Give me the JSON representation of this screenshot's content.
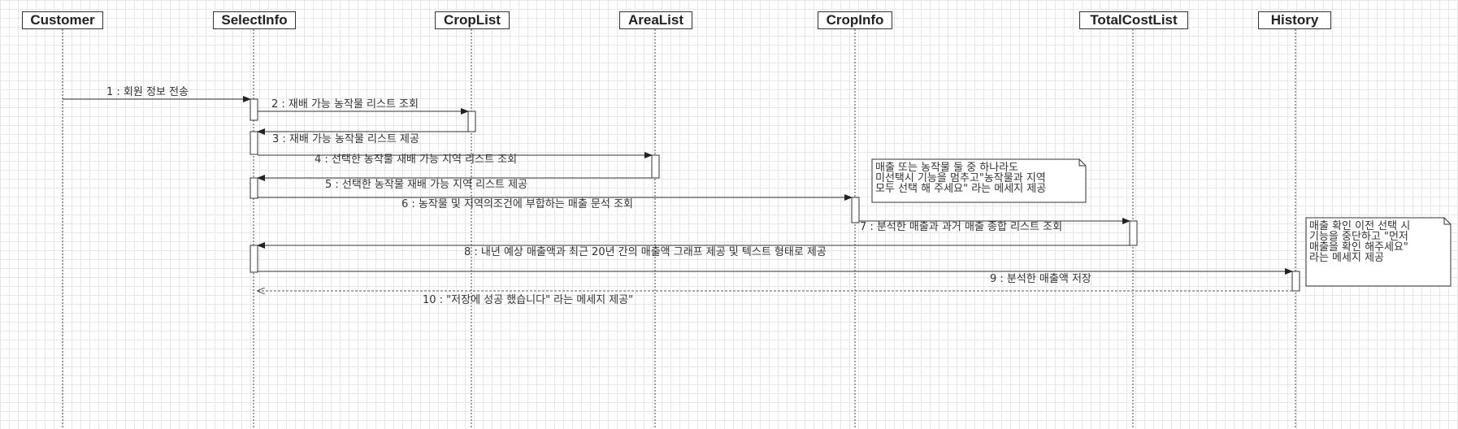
{
  "lifelines": [
    {
      "id": "customer",
      "label": "Customer"
    },
    {
      "id": "selectinfo",
      "label": "SelectInfo"
    },
    {
      "id": "croplist",
      "label": "CropList"
    },
    {
      "id": "arealist",
      "label": "AreaList"
    },
    {
      "id": "cropinfo",
      "label": "CropInfo"
    },
    {
      "id": "totalcostlist",
      "label": "TotalCostList"
    },
    {
      "id": "history",
      "label": "History"
    }
  ],
  "messages": [
    {
      "label": "1 : 회원 정보 전송",
      "from": "customer",
      "to": "selectinfo",
      "style": "sync"
    },
    {
      "label": "2 : 재배 가능 농작물 리스트 조회",
      "from": "selectinfo",
      "to": "croplist",
      "style": "sync"
    },
    {
      "label": "3 : 재배 가능 농작물 리스트 제공",
      "from": "croplist",
      "to": "selectinfo",
      "style": "sync"
    },
    {
      "label": "4 : 선택한  농작물 재배 가능 지역 리스트 조회",
      "from": "selectinfo",
      "to": "arealist",
      "style": "sync"
    },
    {
      "label": "5 : 선택한 농작물 재배 가능 지역 리스트 제공",
      "from": "arealist",
      "to": "selectinfo",
      "style": "sync"
    },
    {
      "label": "6 : 농작물 및 지역의조건에 부합하는 매출  문석 조회",
      "from": "selectinfo",
      "to": "cropinfo",
      "style": "sync"
    },
    {
      "label": "7 : 분석한 매출과 과거 매출 종합  리스트 조회",
      "from": "cropinfo",
      "to": "totalcostlist",
      "style": "sync"
    },
    {
      "label": "8 : 내년 예상 매출액과 최근 20년 간의 매출액 그래프 제공 및 텍스트 형태로 제공",
      "from": "totalcostlist",
      "to": "selectinfo",
      "style": "sync"
    },
    {
      "label": "9 : 분석한 매출액 저장",
      "from": "selectinfo",
      "to": "history",
      "style": "sync"
    },
    {
      "label": "10 : \"저장에 성공 했습니다\" 라는 메세지 제공\"",
      "from": "history",
      "to": "selectinfo",
      "style": "return"
    }
  ],
  "notes": [
    {
      "text": "매출 또는 농작물 둘 중 하나라도\n미선택시 기능을 멈추고\"농작물과 지역\n모두 선택 해 주세요\" 라는 메세지 제공"
    },
    {
      "text": "매출 확인 이전 선택 시\n기능을 중단하고 \"먼저\n매출을 확인 해주세요\"\n라는 메세지 제공"
    }
  ],
  "colors": {
    "line": "#333333",
    "grid": "#e6e6e6",
    "background": "#ffffff"
  }
}
